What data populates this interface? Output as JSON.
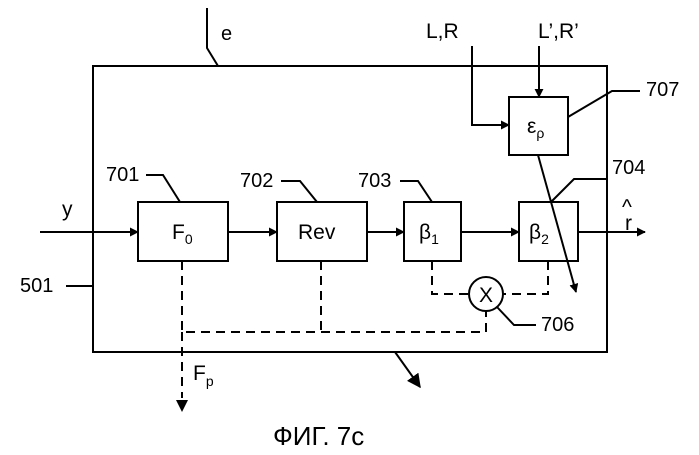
{
  "inputs": {
    "e": "e",
    "lr": "L,R",
    "lr_prime": "L’,R’",
    "y": "y"
  },
  "outputs": {
    "f_p": "F",
    "f_p_sub": "p",
    "r_hat": "r",
    "r_hat_accent": "^"
  },
  "blocks": {
    "f0": {
      "name": "F",
      "sub": "0",
      "ref": "701"
    },
    "rev": {
      "name": "Rev",
      "ref": "702"
    },
    "beta1": {
      "name": "β",
      "sub": "1",
      "ref": "703"
    },
    "beta2": {
      "name": "β",
      "sub": "2",
      "ref": "704"
    },
    "eps": {
      "name": "ε",
      "sub": "ρ",
      "ref": "707"
    }
  },
  "multiplier": {
    "symbol": "X",
    "ref": "706"
  },
  "frame": {
    "ref": "501"
  },
  "caption": "ФИГ. 7с"
}
